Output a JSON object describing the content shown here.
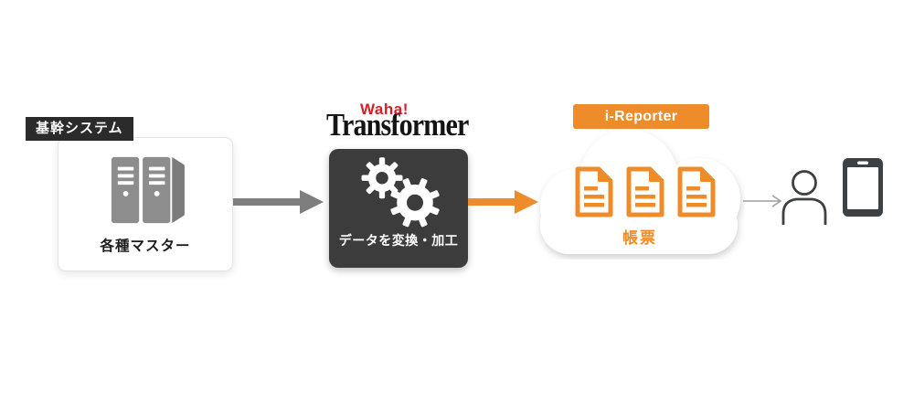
{
  "source": {
    "label": "基幹システム",
    "caption": "各種マスター",
    "icon": "server-icon"
  },
  "transformer": {
    "brand_top": "Waha!",
    "brand_main": "Transformer",
    "caption": "データを変換・加工",
    "icon": "gears-icon"
  },
  "reporter": {
    "label": "i-Reporter",
    "caption": "帳票",
    "icon": "document-icon",
    "document_count": 3,
    "container": "cloud-shape"
  },
  "consumers": {
    "icons": [
      "person-icon",
      "tablet-icon"
    ]
  },
  "flow": [
    {
      "from": "source",
      "to": "transformer",
      "style": "thick-gray-arrow"
    },
    {
      "from": "transformer",
      "to": "reporter",
      "style": "thick-orange-arrow"
    },
    {
      "from": "reporter",
      "to": "consumers",
      "style": "thin-gray-arrow"
    }
  ],
  "colors": {
    "orange": "#ED8C29",
    "darkbox": "#3C3C3C",
    "labelblack": "#2B2B2B",
    "servergray": "#8D8D8D",
    "serverside": "#7B7B7B",
    "arrowgray": "#7E7E7E",
    "thinarrow": "#9E9E9E",
    "icondark": "#3D4144",
    "logored": "#D51F26",
    "logoblack": "#141414"
  }
}
